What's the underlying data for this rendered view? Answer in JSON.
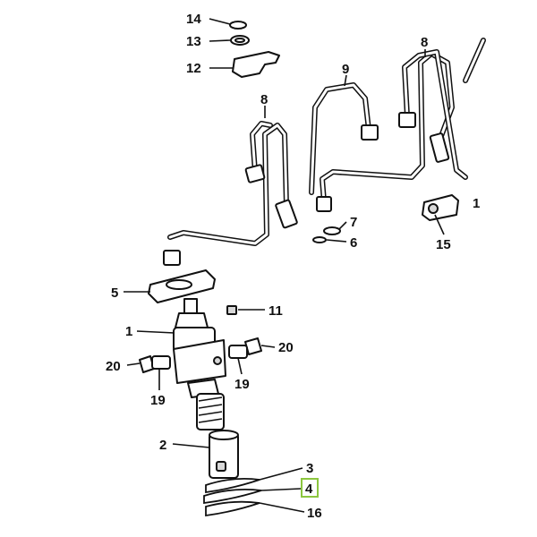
{
  "diagram": {
    "callouts": [
      {
        "id": "c14",
        "label": "14"
      },
      {
        "id": "c13",
        "label": "13"
      },
      {
        "id": "c12",
        "label": "12"
      },
      {
        "id": "c8a",
        "label": "8"
      },
      {
        "id": "c9",
        "label": "9"
      },
      {
        "id": "c8b",
        "label": "8"
      },
      {
        "id": "c1r",
        "label": "1"
      },
      {
        "id": "c15",
        "label": "15"
      },
      {
        "id": "c7",
        "label": "7"
      },
      {
        "id": "c6",
        "label": "6"
      },
      {
        "id": "c5",
        "label": "5"
      },
      {
        "id": "c11",
        "label": "11"
      },
      {
        "id": "c1",
        "label": "1"
      },
      {
        "id": "c20r",
        "label": "20"
      },
      {
        "id": "c20l",
        "label": "20"
      },
      {
        "id": "c19l",
        "label": "19"
      },
      {
        "id": "c19r",
        "label": "19"
      },
      {
        "id": "c2",
        "label": "2"
      },
      {
        "id": "c3",
        "label": "3"
      },
      {
        "id": "c4",
        "label": "4"
      },
      {
        "id": "c16",
        "label": "16"
      }
    ],
    "highlighted_callout": "4",
    "highlight_color": "#8cc63f"
  }
}
